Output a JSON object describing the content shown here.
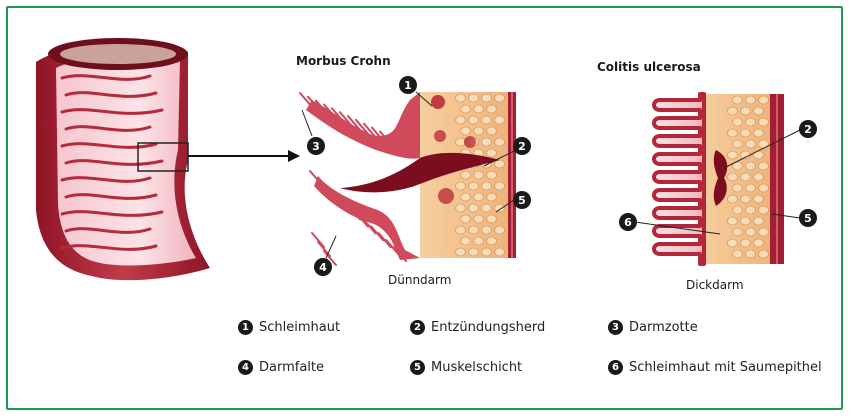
{
  "diagram": {
    "morbus_title": "Morbus Crohn",
    "colitis_title": "Colitis ulcerosa",
    "duenndarm_label": "Dünndarm",
    "dickdarm_label": "Dickdarm",
    "marker_numbers": [
      "1",
      "2",
      "3",
      "4",
      "5",
      "6"
    ]
  },
  "legend": [
    {
      "number": "1",
      "label": "Schleimhaut"
    },
    {
      "number": "2",
      "label": "Entzündungsherd"
    },
    {
      "number": "3",
      "label": "Darmzotte"
    },
    {
      "number": "4",
      "label": "Darmfalte"
    },
    {
      "number": "5",
      "label": "Muskelschicht"
    },
    {
      "number": "6",
      "label": "Schleimhaut mit Saumepithel"
    }
  ],
  "colors": {
    "frame_border": "#1e9a4e",
    "tissue_dark": "#9e1b2c",
    "tissue_light": "#f3b9c3",
    "muscle": "#f2c08f"
  }
}
